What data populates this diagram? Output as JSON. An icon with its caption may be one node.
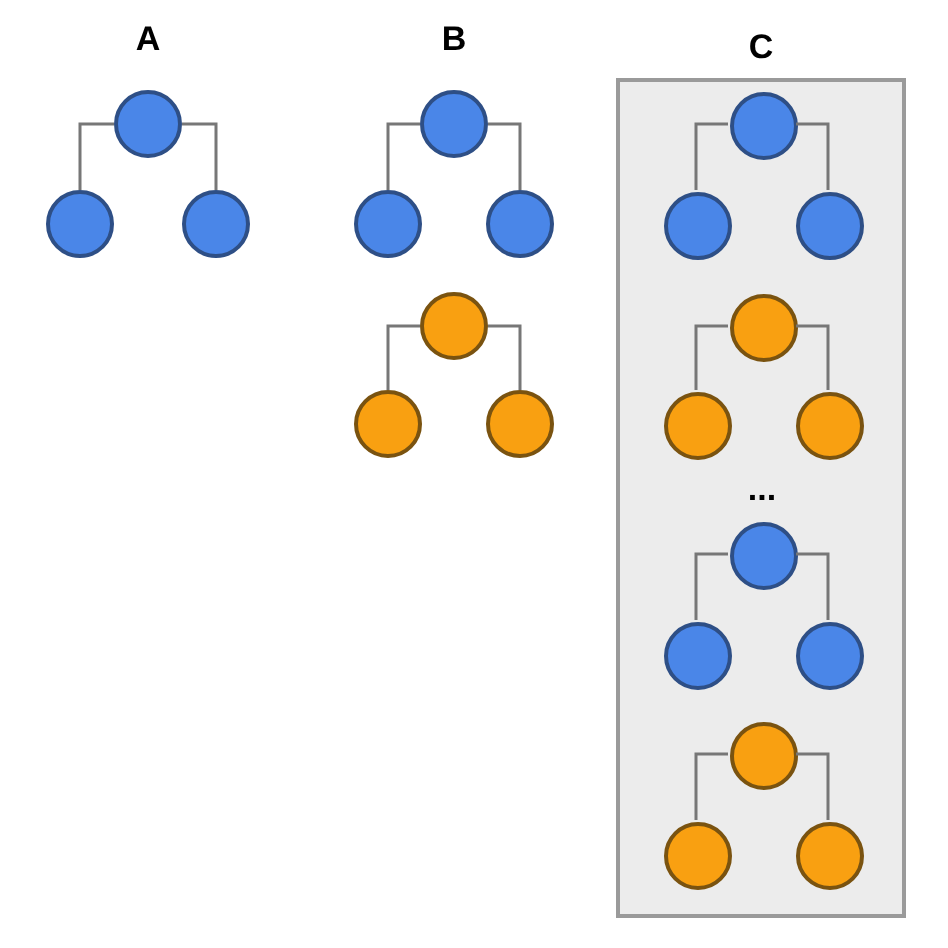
{
  "diagram": {
    "nodes": [
      {
        "text": [],
        "shape": "circle"
      },
      {
        "text": [],
        "shape": "circle"
      },
      {
        "text": [],
        "shape": "circle"
      },
      {
        "text": [],
        "shape": "circle"
      },
      {
        "text": [],
        "shape": "circle"
      },
      {
        "text": [],
        "shape": "circle"
      },
      {
        "text": [],
        "shape": "circle"
      },
      {
        "text": [],
        "shape": "circle"
      },
      {
        "text": [],
        "shape": "circle"
      },
      {
        "text": [
          "C"
        ]
      },
      {
        "text": [],
        "shape": "circle",
        "in": 9
      },
      {
        "text": [],
        "shape": "circle",
        "in": 9
      },
      {
        "text": [],
        "shape": "circle",
        "in": 9
      },
      {
        "text": [],
        "shape": "circle",
        "in": 9
      },
      {
        "text": [],
        "shape": "circle",
        "in": 9
      },
      {
        "text": [],
        "shape": "circle",
        "in": 9
      },
      {
        "text": [],
        "shape": "circle",
        "in": 9
      },
      {
        "text": [],
        "shape": "circle",
        "in": 9
      },
      {
        "text": [],
        "shape": "circle",
        "in": 9
      },
      {
        "text": [],
        "shape": "circle",
        "in": 9
      },
      {
        "text": [],
        "shape": "circle",
        "in": 9
      },
      {
        "text": [],
        "shape": "circle",
        "in": 9
      }
    ],
    "edges": [
      {
        "from": 0,
        "to": 1,
        "arrow": "none"
      },
      {
        "from": 0,
        "to": 2,
        "arrow": "none"
      },
      {
        "from": 3,
        "to": 4,
        "arrow": "none"
      },
      {
        "from": 3,
        "to": 5,
        "arrow": "none"
      },
      {
        "from": 6,
        "to": 7,
        "arrow": "none"
      },
      {
        "from": 6,
        "to": 8,
        "arrow": "none"
      },
      {
        "from": 10,
        "to": 11,
        "arrow": "none"
      },
      {
        "from": 10,
        "to": 12,
        "arrow": "none"
      },
      {
        "from": 13,
        "to": 14,
        "arrow": "none"
      },
      {
        "from": 13,
        "to": 15,
        "arrow": "none"
      },
      {
        "from": 16,
        "to": 17,
        "arrow": "none"
      },
      {
        "from": 16,
        "to": 18,
        "arrow": "none"
      },
      {
        "from": 19,
        "to": 20,
        "arrow": "none"
      },
      {
        "from": 19,
        "to": 21,
        "arrow": "none"
      }
    ],
    "labels": [
      "A",
      "B",
      "..."
    ]
  }
}
